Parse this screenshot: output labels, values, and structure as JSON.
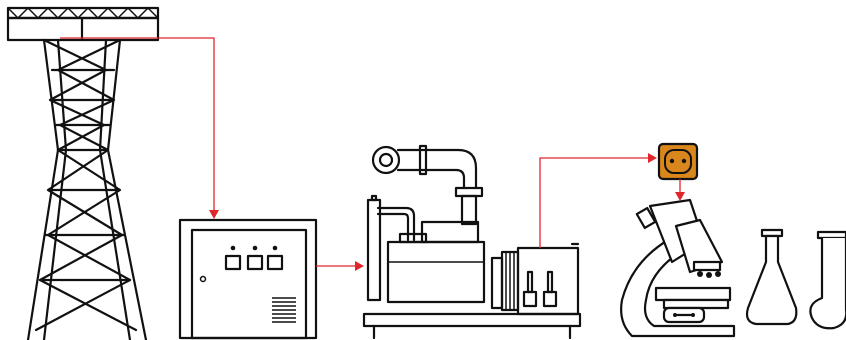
{
  "colors": {
    "ink": "#111111",
    "flow": "#e0262a",
    "socket": "#d9861c",
    "background": "#ffffff"
  },
  "nodes": [
    {
      "id": "pylon",
      "icon": "transmission-tower-icon"
    },
    {
      "id": "control-cabinet",
      "icon": "electrical-cabinet-icon"
    },
    {
      "id": "generator",
      "icon": "generator-machine-icon"
    },
    {
      "id": "socket",
      "icon": "power-socket-icon"
    },
    {
      "id": "microscope",
      "icon": "microscope-icon"
    },
    {
      "id": "lab-flasks",
      "icon": "lab-flasks-icon"
    }
  ],
  "flows": [
    {
      "from": "pylon",
      "to": "control-cabinet"
    },
    {
      "from": "control-cabinet",
      "to": "generator"
    },
    {
      "from": "generator",
      "to": "socket"
    },
    {
      "from": "socket",
      "to": "microscope"
    }
  ]
}
